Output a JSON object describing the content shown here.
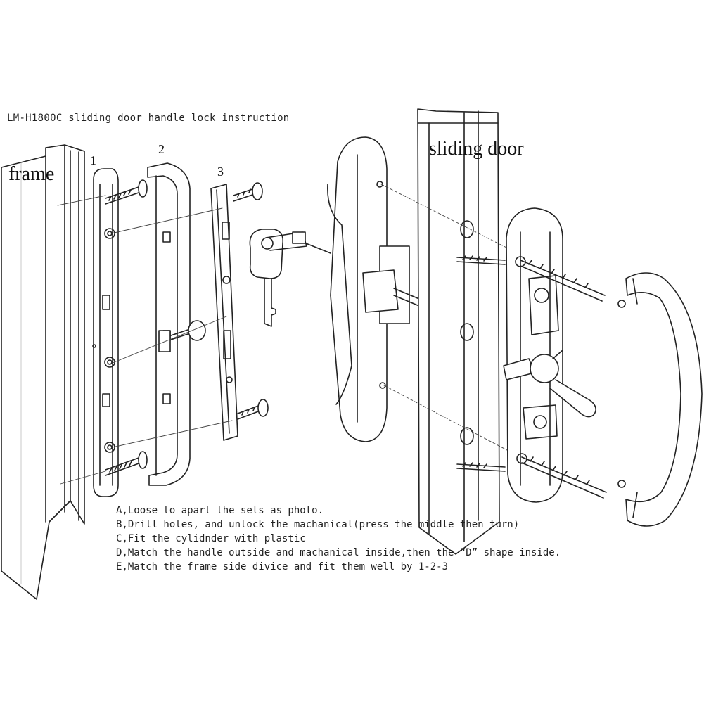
{
  "title": "LM-H1800C sliding door handle lock instruction",
  "labels": {
    "frame": "frame",
    "sliding_door": "sliding door",
    "part_1": "1",
    "part_2": "2",
    "part_3": "3"
  },
  "steps": [
    "A,Loose to apart the sets as photo.",
    "B,Drill holes, and unlock the machanical(press the middle then turn)",
    "C,Fit the cylidnder with plastic",
    "D,Match the handle outside and machanical inside,then the “D” shape inside.",
    "E,Match the frame side divice and fit them well by 1-2-3"
  ],
  "colors": {
    "ink": "#222222",
    "paper": "#ffffff"
  }
}
